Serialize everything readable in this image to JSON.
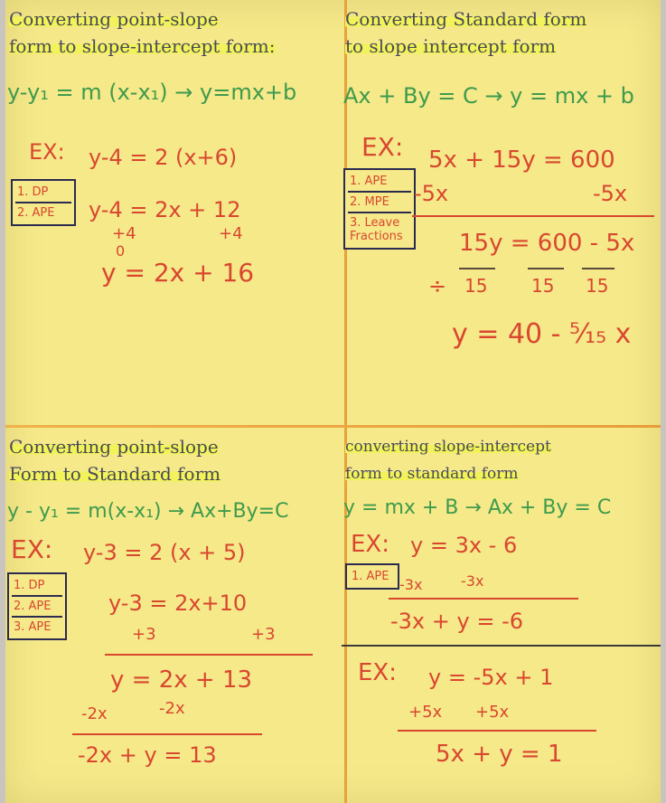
{
  "tl": {
    "title_l1": "Converting point-slope",
    "title_l2": "form to slope-intercept form:",
    "formula": "y-y₁ = m (x-x₁) → y=mx+b",
    "ex": "EX:",
    "ex_eq": "y-4 = 2 (x+6)",
    "steps": [
      "1. DP",
      "2. APE"
    ],
    "l2": "y-4 = 2x + 12",
    "add_left": "+4",
    "add_right": "+4",
    "zero": "0",
    "result": "y = 2x + 16"
  },
  "tr": {
    "title_l1": "Converting Standard form",
    "title_l2": "to slope intercept form",
    "formula": "Ax + By = C → y = mx + b",
    "ex": "EX:",
    "ex_eq": "5x + 15y = 600",
    "steps": [
      "1. APE",
      "2. MPE",
      "3. Leave Fractions"
    ],
    "sub_left": "-5x",
    "sub_right": "-5x",
    "num": "15y = 600 - 5x",
    "div": "÷",
    "den1": "15",
    "den2": "15",
    "den3": "15",
    "result": "y = 40 - ⁵⁄₁₅ x"
  },
  "bl": {
    "title_l1": "Converting point-slope",
    "title_l2": "Form to Standard form",
    "formula": "y - y₁ = m(x-x₁) → Ax+By=C",
    "ex": "EX:",
    "ex_eq": "y-3 = 2 (x + 5)",
    "steps": [
      "1. DP",
      "2. APE",
      "3. APE"
    ],
    "l2": "y-3 = 2x+10",
    "add_left": "+3",
    "add_right": "+3",
    "l3": "y = 2x + 13",
    "sub_left": "-2x",
    "sub_right": "-2x",
    "result": "-2x + y = 13"
  },
  "br": {
    "title_l1": "converting slope-intercept",
    "title_l2": "form to standard form",
    "formula": "y = mx + B → Ax + By = C",
    "ex1": "EX:",
    "ex1_eq": "y = 3x - 6",
    "steps": [
      "1. APE"
    ],
    "sub_left": "-3x",
    "sub_right": "-3x",
    "result1": "-3x + y = -6",
    "ex2": "EX:",
    "ex2_eq": "y = -5x + 1",
    "add_left": "+5x",
    "add_right": "+5x",
    "result2": "5x + y = 1"
  }
}
